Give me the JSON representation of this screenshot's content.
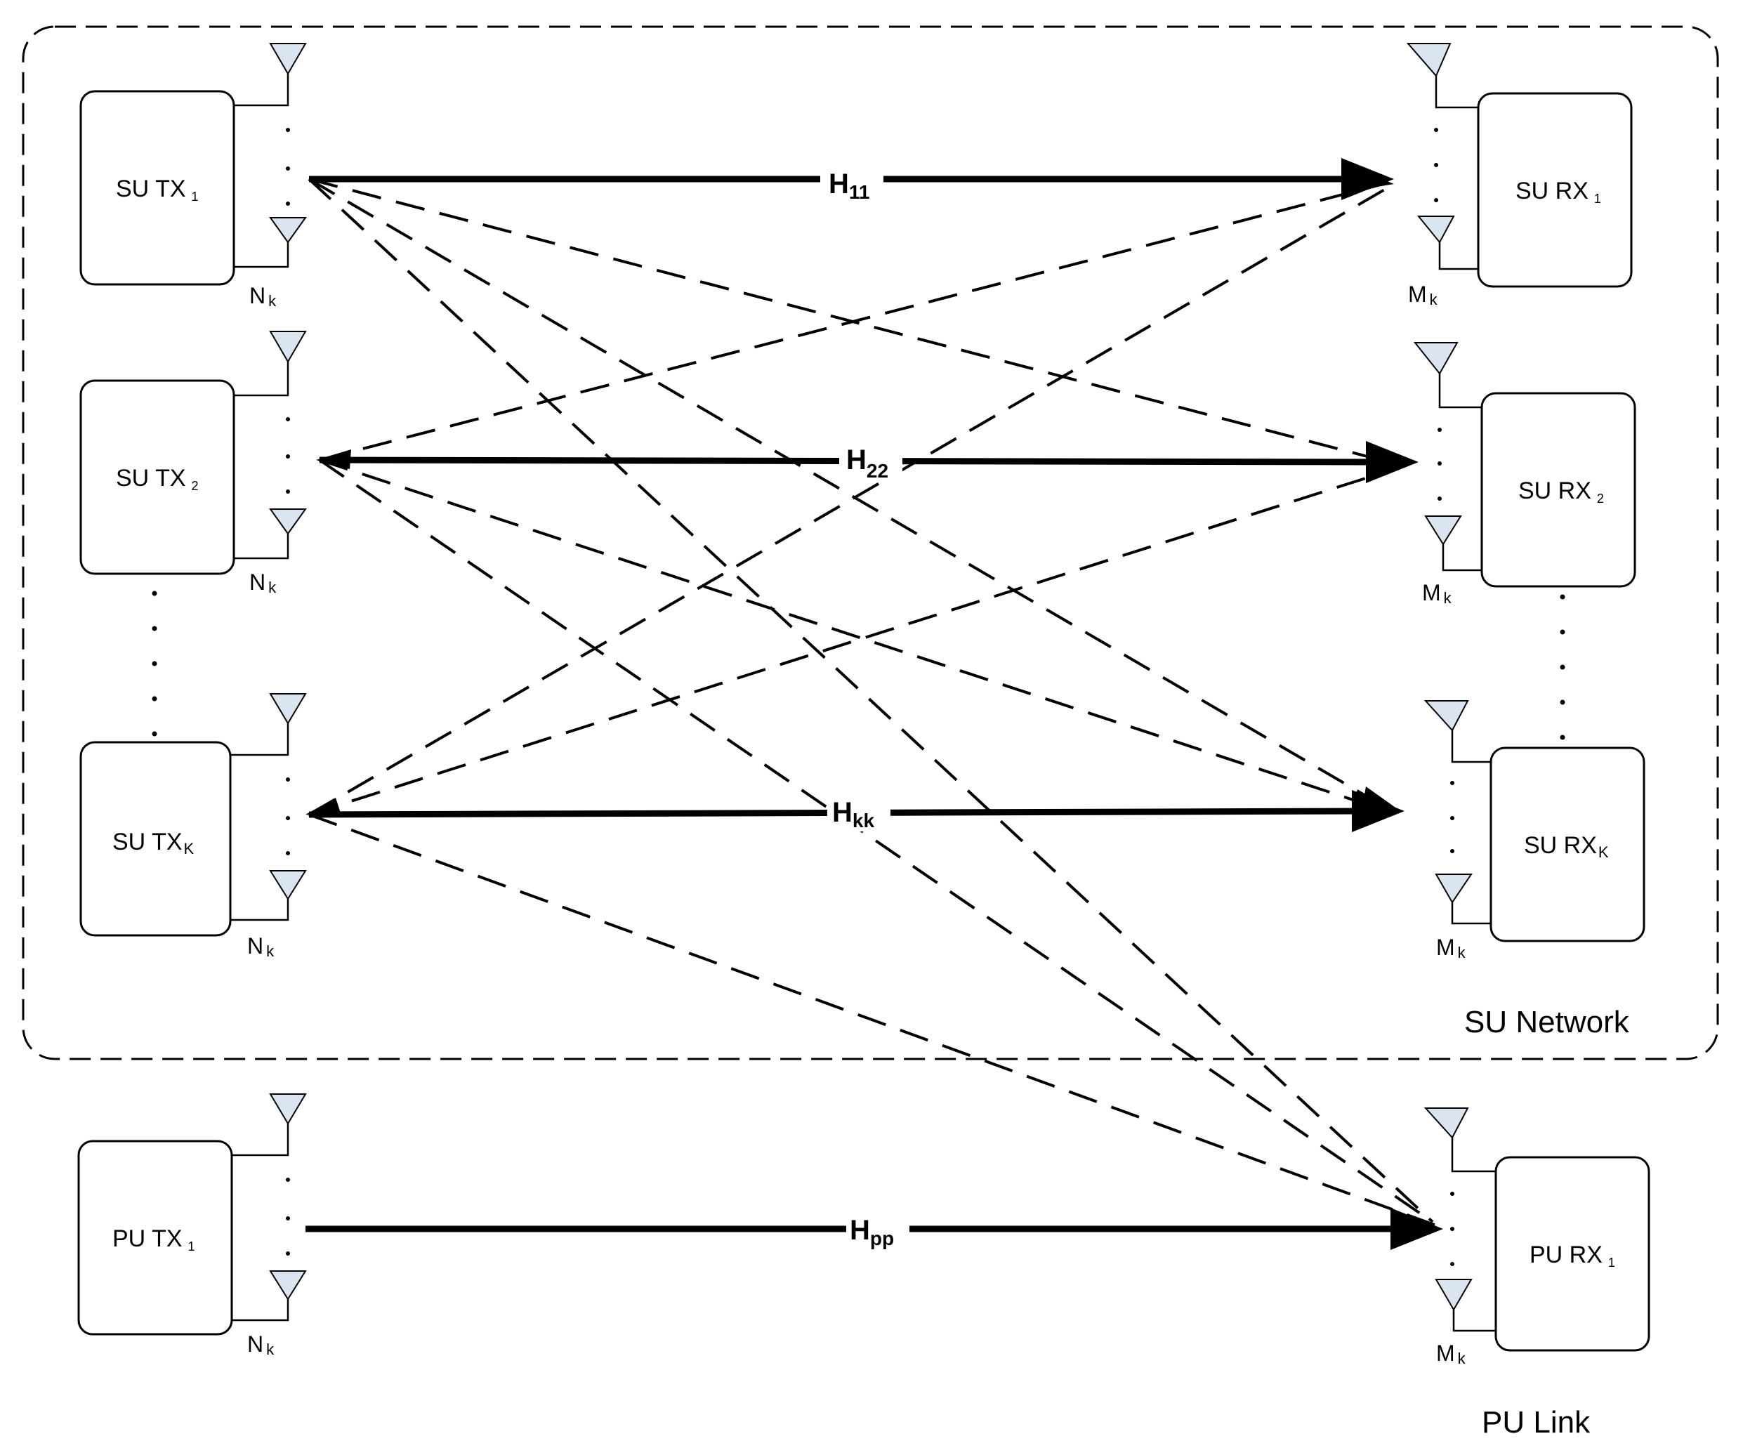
{
  "nodes": {
    "su_tx_1": {
      "name": "SU TX",
      "sub": "1",
      "ant_label": "N",
      "ant_sub": "k"
    },
    "su_tx_2": {
      "name": "SU TX",
      "sub": "2",
      "ant_label": "N",
      "ant_sub": "k"
    },
    "su_tx_k": {
      "name": "SU TX",
      "sub": "K",
      "ant_label": "N",
      "ant_sub": "k"
    },
    "pu_tx_1": {
      "name": "PU TX",
      "sub": "1",
      "ant_label": "N",
      "ant_sub": "k"
    },
    "su_rx_1": {
      "name": "SU RX",
      "sub": "1",
      "ant_label": "M",
      "ant_sub": "k"
    },
    "su_rx_2": {
      "name": "SU RX",
      "sub": "2",
      "ant_label": "M",
      "ant_sub": "k"
    },
    "su_rx_k": {
      "name": "SU RX",
      "sub": "K",
      "ant_label": "M",
      "ant_sub": "k"
    },
    "pu_rx_1": {
      "name": "PU RX",
      "sub": "1",
      "ant_label": "M",
      "ant_sub": "k"
    }
  },
  "links": {
    "h11": {
      "main": "H",
      "sub": "11"
    },
    "h22": {
      "main": "H",
      "sub": "22"
    },
    "hkk": {
      "main": "H",
      "sub": "kk"
    },
    "hpp": {
      "main": "H",
      "sub": "pp"
    }
  },
  "groups": {
    "su_network": "SU Network",
    "pu_link": "PU Link"
  }
}
